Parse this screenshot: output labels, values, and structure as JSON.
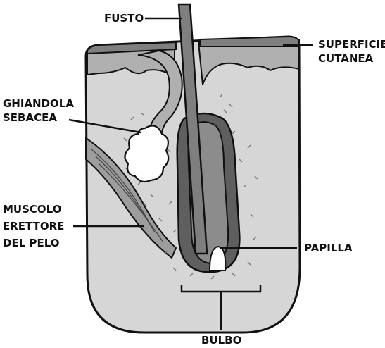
{
  "labels": {
    "fusto": "FUSTO",
    "superficie_line1": "SUPERFICIE",
    "superficie_line2": "CUTANEA",
    "ghiandola_line1": "GHIANDOLA",
    "ghiandola_line2": "SEBACEA",
    "muscolo_line1": "MUSCOLO",
    "muscolo_line2": "ERETTORE",
    "muscolo_line3": "DEL PELO",
    "papilla": "PAPILLA",
    "bulbo": "BULBO"
  },
  "colors": {
    "skin": "#d6d6d6",
    "epidermis": "#b0b0b0",
    "surface": "#7f7f7f",
    "hair_outer": "#5f5f5f",
    "hair_inner": "#8c8c8c",
    "gland": "#ffffff",
    "muscle": "#9d9d9d",
    "outline": "#111111"
  }
}
